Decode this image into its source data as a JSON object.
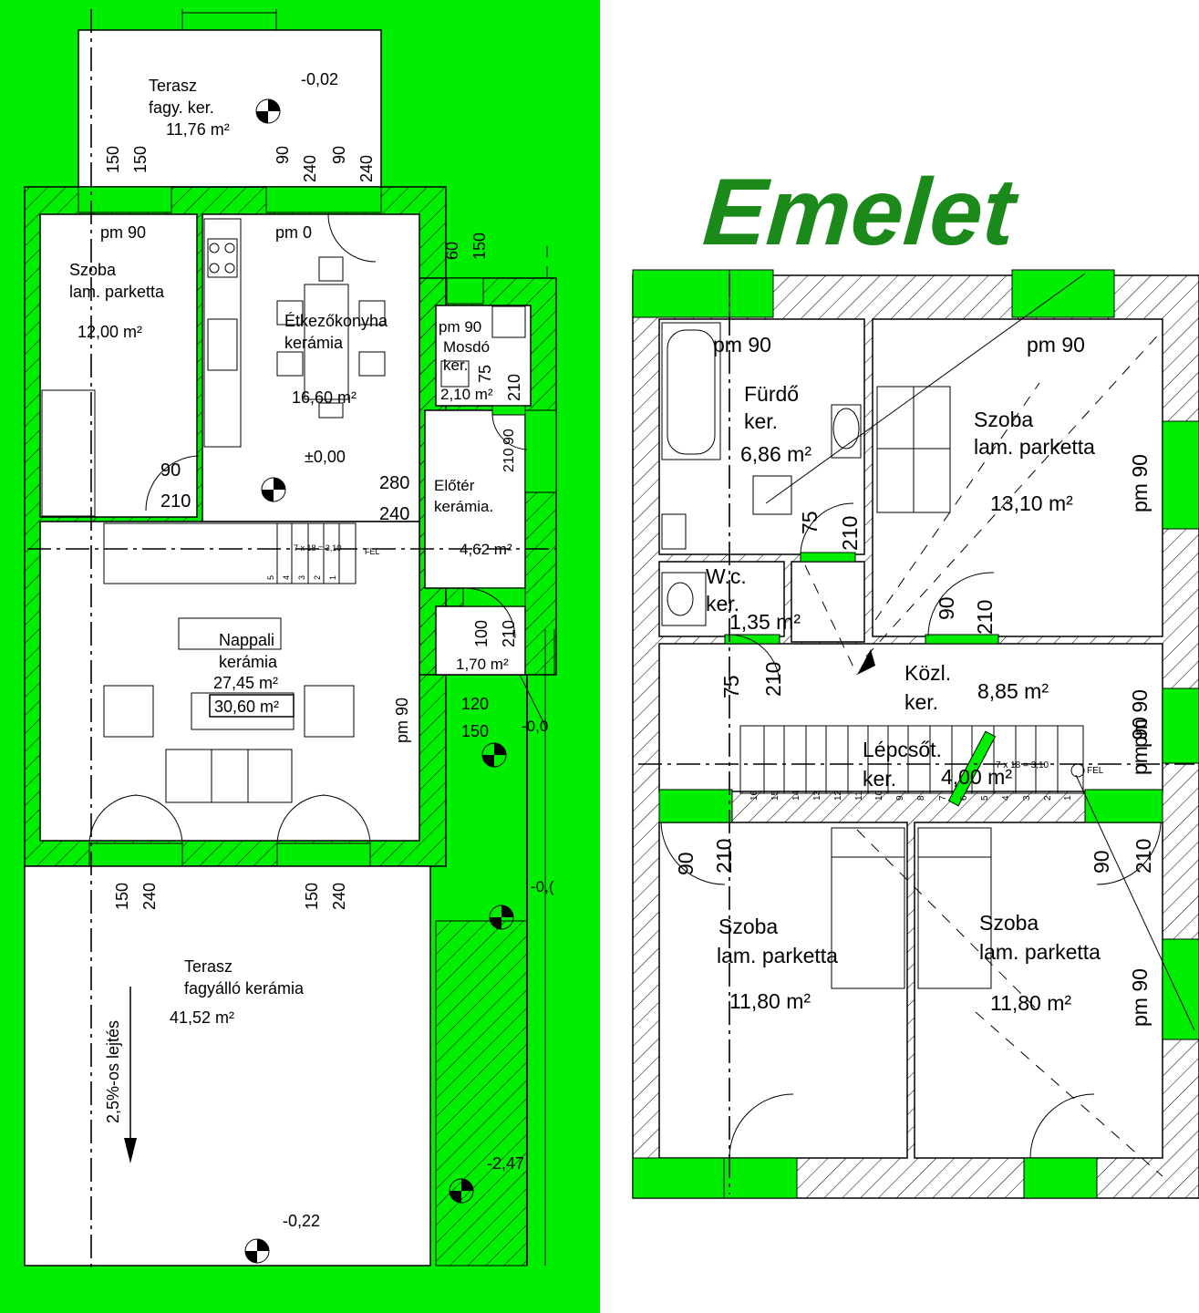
{
  "title": "Emelet",
  "colors": {
    "background_green": "#00ee00",
    "title_green": "#1b8a1b",
    "line": "#000000"
  },
  "ground_floor": {
    "terrace_top": {
      "name": "Terasz",
      "material": "fagy.  ker.",
      "area": "11,76 m²",
      "level": "-0,02"
    },
    "room_left": {
      "name": "Szoba",
      "material": "lam. parketta",
      "area": "12,00 m²",
      "pm": "pm 90",
      "door_w": "90",
      "door_h": "210"
    },
    "kitchen": {
      "name": "Étkezőkonyha",
      "material": "kerámia",
      "area": "16,60 m²",
      "pm": "pm 0",
      "level": "±0,00",
      "door_w": "280",
      "door_h": "240"
    },
    "washroom": {
      "pm": "pm 90",
      "name": "Mosdó",
      "material": "ker.",
      "area": "2,10 m²",
      "door_w": "75",
      "door_h": "210"
    },
    "hall": {
      "name": "Előtér",
      "material": "kerámia.",
      "area": "4,62 m²",
      "door_w": "90",
      "door_h": "210"
    },
    "small_room": {
      "area": "1,70 m²",
      "door_w": "100",
      "door_h": "210"
    },
    "living": {
      "name": "Nappali",
      "material": "kerámia",
      "area": "27,45 m²",
      "total_area": "30,60 m²",
      "pm": "pm 90"
    },
    "entry": {
      "w": "120",
      "h": "150",
      "level": "-0,0"
    },
    "terrace_bottom": {
      "name": "Terasz",
      "material": "fagyálló kerámia",
      "area": "41,52 m²",
      "slope": "2,5%-os lejtés",
      "level": "-0,22"
    },
    "ramp_levels": [
      "-0,(",
      "-2,47"
    ],
    "window_dims": {
      "top_left": [
        "150",
        "150"
      ],
      "top_right": [
        "90",
        "240",
        "90",
        "240"
      ],
      "right_side": [
        "60",
        "150"
      ],
      "bottom": [
        "150",
        "240",
        "150",
        "240"
      ]
    },
    "stair_note": "7 x 18 = 3,10",
    "stair_dir": "FEL",
    "stair_steps": [
      "1",
      "2",
      "3",
      "4",
      "5"
    ]
  },
  "upper_floor": {
    "bath": {
      "pm": "pm 90",
      "name": "Fürdő",
      "material": "ker.",
      "area": "6,86 m²",
      "door_w": "75",
      "door_h": "210"
    },
    "bedroom_ne": {
      "pm": "pm 90",
      "name": "Szoba",
      "material": "lam. parketta",
      "area": "13,10 m²",
      "pm_side": "pm 90",
      "door_w": "90",
      "door_h": "210"
    },
    "wc": {
      "name": "W.c.",
      "material": "ker.",
      "area": "1,35 m²",
      "door_w": "75",
      "door_h": "210"
    },
    "corridor": {
      "name": "Közl.",
      "material": "ker.",
      "area": "8,85 m²",
      "pm_side": "pm 90"
    },
    "stair": {
      "name": "Lépcsőt.",
      "material": "ker.",
      "area": "4,00 m²",
      "note": "7 x 18 = 3,10",
      "dir": "FEL",
      "pm_side": "pm 90",
      "steps": [
        "16",
        "15",
        "14",
        "13",
        "12",
        "11",
        "10",
        "9",
        "8",
        "7",
        "6",
        "5",
        "4",
        "3",
        "2",
        "1"
      ]
    },
    "bedroom_sw": {
      "name": "Szoba",
      "material": "lam. parketta",
      "area": "11,80 m²",
      "door_w": "90",
      "door_h": "210"
    },
    "bedroom_se": {
      "name": "Szoba",
      "material": "lam. parketta",
      "area": "11,80 m²",
      "pm_side": "pm 90",
      "door_w": "90",
      "door_h": "210"
    }
  }
}
